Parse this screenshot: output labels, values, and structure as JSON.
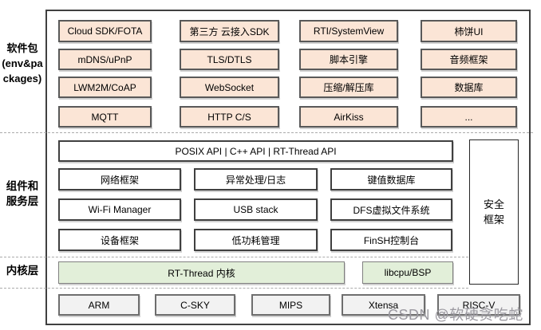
{
  "side_labels": {
    "packages": "软件包\n(env&pa\nckages)",
    "components": "组件和\n服务层",
    "kernel": "内核层"
  },
  "packages": {
    "rows": [
      [
        "Cloud SDK/FOTA",
        "第三方 云接入SDK",
        "RTI/SystemView",
        "柿饼UI"
      ],
      [
        "mDNS/uPnP",
        "TLS/DTLS",
        "脚本引擎",
        "音频框架"
      ],
      [
        "LWM2M/CoAP",
        "WebSocket",
        "压缩/解压库",
        "数据库"
      ],
      [
        "MQTT",
        "HTTP C/S",
        "AirKiss",
        "..."
      ]
    ]
  },
  "api_bar": "POSIX API  |  C++ API  |  RT-Thread API",
  "components": {
    "rows": [
      [
        "网络框架",
        "异常处理/日志",
        "键值数据库"
      ],
      [
        "Wi-Fi Manager",
        "USB stack",
        "DFS虚拟文件系统"
      ],
      [
        "设备框架",
        "低功耗管理",
        "FinSH控制台"
      ]
    ],
    "security": "安全\n框架"
  },
  "kernel": {
    "core": "RT-Thread  内核",
    "libcpu": "libcpu/BSP"
  },
  "cpus": [
    "ARM",
    "C-SKY",
    "MIPS",
    "Xtensa",
    "RISC-V"
  ],
  "watermark": "CSDN @软硬贪吃蛇",
  "colors": {
    "package_fill": "#fbe5d6",
    "kernel_fill": "#e2efd9",
    "cpu_fill": "#f2f2f2",
    "border_dark": "#404040"
  }
}
